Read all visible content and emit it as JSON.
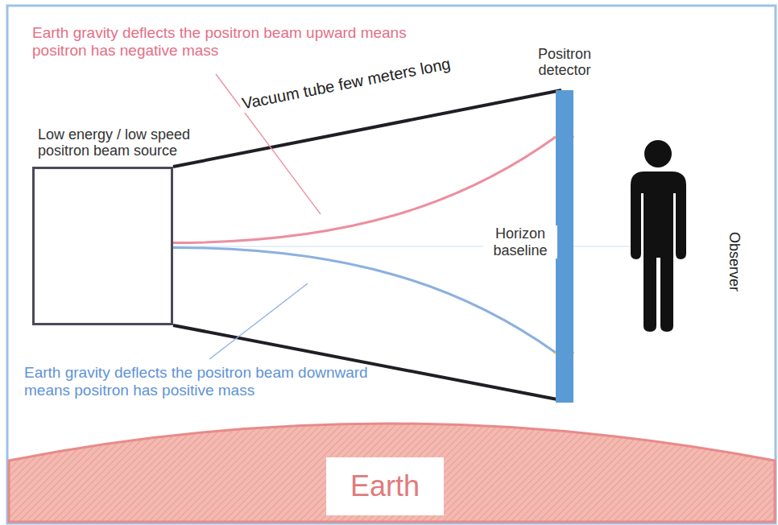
{
  "diagram": {
    "nodes": [
      {
        "text": [
          "Low energy / low speed positron beam source"
        ]
      },
      {
        "text": [
          "Positron detector"
        ]
      },
      {
        "text": [
          "Earth"
        ]
      }
    ],
    "edges": [
      {
        "from": 0,
        "to": 1,
        "arrow": "none"
      },
      {
        "from": 0,
        "to": 1,
        "arrow": "none"
      }
    ],
    "labels": [
      "Earth gravity deflects the positron beam upward means positron has negative mass",
      "Vacuum tube few meters long",
      "Horizon baseline",
      "Observer",
      "Earth gravity deflects the positron beam downward means positron has positive mass"
    ]
  }
}
